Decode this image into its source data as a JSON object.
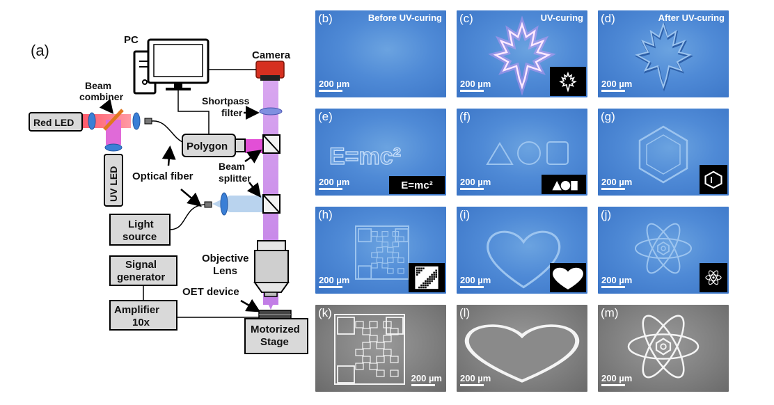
{
  "schematic": {
    "panel_label": "(a)",
    "components": {
      "pc": "PC",
      "camera": "Camera",
      "beam_combiner": [
        "Beam",
        "combiner"
      ],
      "red_led": "Red LED",
      "uv_led": "UV LED",
      "shortpass_filter": [
        "Shortpass",
        "filter"
      ],
      "polygon": "Polygon",
      "beam_splitter": [
        "Beam",
        "splitter"
      ],
      "optical_fiber": "Optical fiber",
      "light_source": [
        "Light",
        "source"
      ],
      "objective_lens": [
        "Objective",
        "Lens"
      ],
      "signal_generator": [
        "Signal",
        "generator"
      ],
      "oet_device": "OET device",
      "amplifier": [
        "Amplifier",
        "10x"
      ],
      "motorized_stage": [
        "Motorized",
        "Stage"
      ]
    }
  },
  "panels": [
    {
      "label": "(b)",
      "caption": "Before UV-curing",
      "scale": "200 µm",
      "kind": "blank"
    },
    {
      "label": "(c)",
      "caption": "UV-curing",
      "scale": "200 µm",
      "kind": "leaf-glow"
    },
    {
      "label": "(d)",
      "caption": "After UV-curing",
      "scale": "200 µm",
      "kind": "leaf"
    },
    {
      "label": "(e)",
      "caption": "",
      "scale": "200 µm",
      "kind": "emc",
      "inset": "E=mc²",
      "shape_text": "E=mc²"
    },
    {
      "label": "(f)",
      "caption": "",
      "scale": "200 µm",
      "kind": "shapes"
    },
    {
      "label": "(g)",
      "caption": "",
      "scale": "200 µm",
      "kind": "benzene"
    },
    {
      "label": "(h)",
      "caption": "",
      "scale": "200 µm",
      "kind": "qr"
    },
    {
      "label": "(i)",
      "caption": "",
      "scale": "200 µm",
      "kind": "heart"
    },
    {
      "label": "(j)",
      "caption": "",
      "scale": "200 µm",
      "kind": "atom"
    },
    {
      "label": "(k)",
      "caption": "",
      "scale": "200 µm",
      "kind": "sem-qr"
    },
    {
      "label": "(l)",
      "caption": "",
      "scale": "200 µm",
      "kind": "sem-heart"
    },
    {
      "label": "(m)",
      "caption": "",
      "scale": "200 µm",
      "kind": "sem-atom"
    }
  ]
}
